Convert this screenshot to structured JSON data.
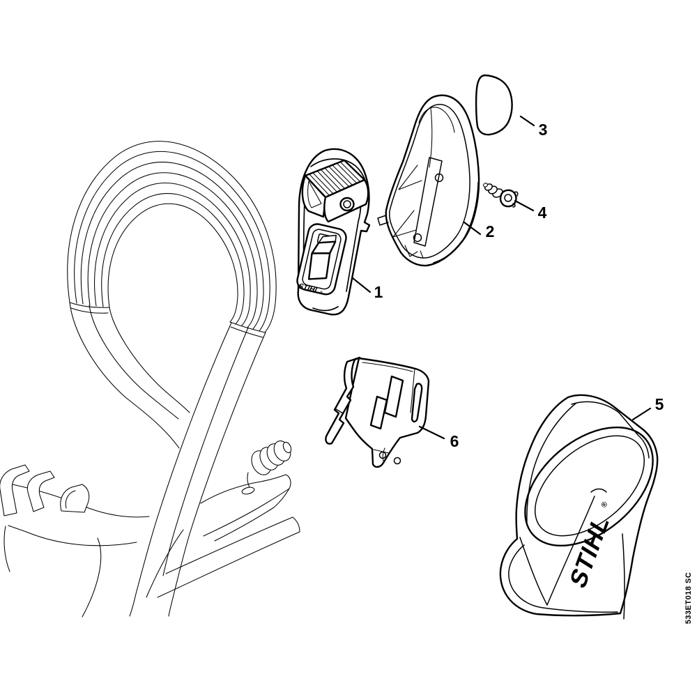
{
  "page": {
    "background": "#ffffff",
    "line_color": "#000000"
  },
  "diagram": {
    "type": "exploded-parts-diagram",
    "drawing_code": "533ET018 SC",
    "callouts": [
      {
        "number": "1"
      },
      {
        "number": "2"
      },
      {
        "number": "3"
      },
      {
        "number": "4"
      },
      {
        "number": "5"
      },
      {
        "number": "6"
      }
    ],
    "branding": {
      "handheld_logo": "STIHL",
      "pouch_logo": "STIHL",
      "registered_mark": "®"
    }
  }
}
